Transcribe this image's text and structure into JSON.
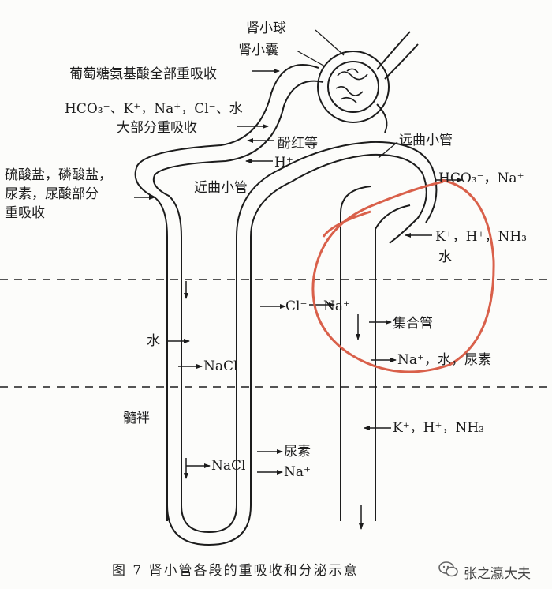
{
  "labels": {
    "glomerulus": "肾小球",
    "capsule": "肾小囊",
    "glucose": "葡萄糖氨基酸全部重吸收",
    "ions1": "HCO₃⁻、K⁺，Na⁺，Cl⁻、水",
    "ions1_b": "大部分重吸收",
    "phenol_red": "酚红等",
    "h_plus_1": "H⁺",
    "sulfate_1": "硫酸盐，磷酸盐，",
    "sulfate_2": "尿素，尿酸部分",
    "sulfate_3": "重吸收",
    "proximal": "近曲小管",
    "distal": "远曲小管",
    "hco3_na": "HCO₃⁻，Na⁺",
    "k_h_nh3_1": "K⁺，H⁺，NH₃",
    "water_1": "水",
    "cl": "Cl⁻",
    "na_1": "Na⁺",
    "collecting": "集合管",
    "na_water_urea": "Na⁺，水，尿素",
    "water_2": "水",
    "nacl_1": "NaCl",
    "medulla": "髓袢",
    "k_h_nh3_2": "K⁺，H⁺，NH₃",
    "nacl_2": "NaCl",
    "urea": "尿素",
    "na_2": "Na⁺"
  },
  "caption": "图 7   肾小管各段的重吸收和分泌示意",
  "watermark": "张之瀛大夫",
  "colors": {
    "ink": "#1c1c1c",
    "highlight": "#d9604a"
  },
  "icons": {
    "watermark_logo": "wechat-icon"
  }
}
